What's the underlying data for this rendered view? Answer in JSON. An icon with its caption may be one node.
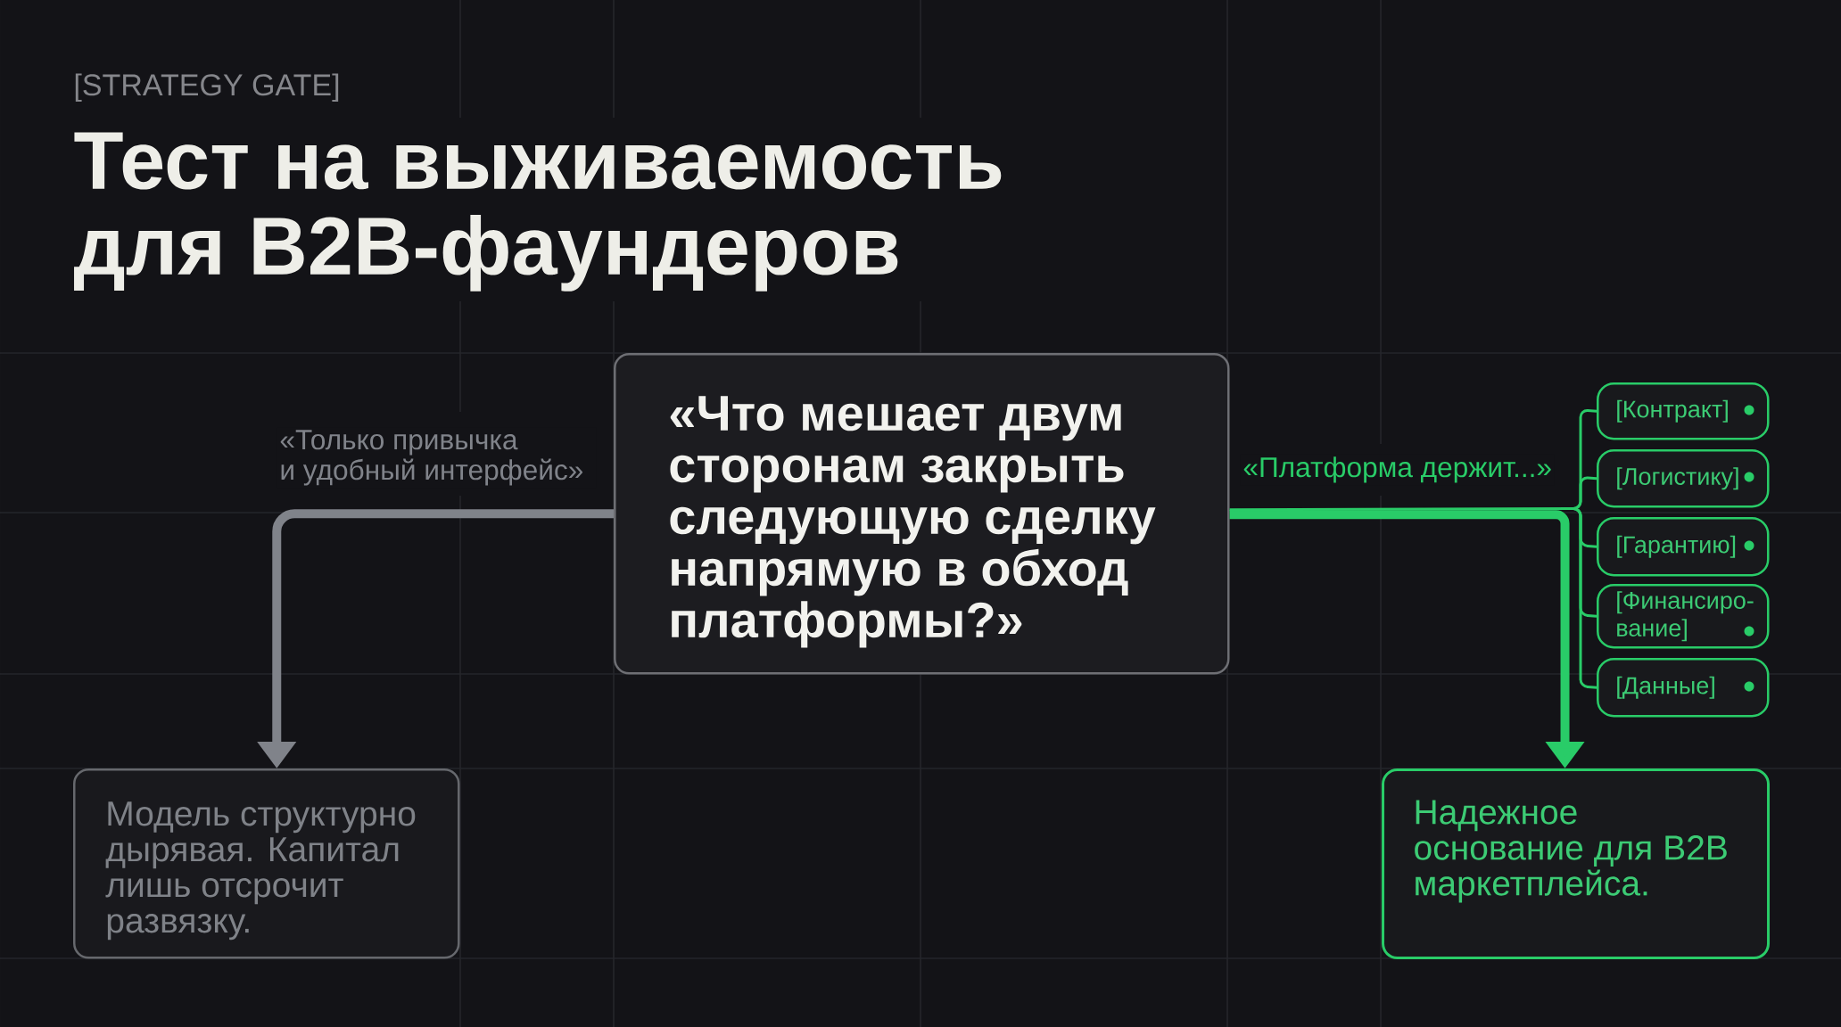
{
  "diagram": {
    "title": "Тест на выживаемость для B2B-фаундеров",
    "nodes": [
      {
        "text": [
          "«Что мешает двум сторонам закрыть следующую сделку напрямую в обход платформы?»"
        ]
      },
      {
        "text": [
          "Модель структурно дырявая. Капитал лишь отсрочит развязку."
        ]
      },
      {
        "text": [
          "[Контракт]"
        ]
      },
      {
        "text": [
          "[Логистику]"
        ]
      },
      {
        "text": [
          "[Гарантию]"
        ]
      },
      {
        "text": [
          "[Финансиро- вание]"
        ]
      },
      {
        "text": [
          "[Данные]"
        ]
      },
      {
        "text": [
          "Надежное основание для B2B маркетплейса."
        ]
      }
    ],
    "edges": [
      {
        "from": 0,
        "to": 1,
        "arrow": "to",
        "label": "«Только привычка и удобный интерфейс»",
        "style": "thick",
        "color": "#80838a"
      },
      {
        "from": 0,
        "to": 7,
        "arrow": "to",
        "label": "«Платформа держит...»",
        "style": "thick"
      },
      {
        "from": 0,
        "to": 2,
        "arrow": "none"
      },
      {
        "from": 0,
        "to": 3,
        "arrow": "none"
      },
      {
        "from": 0,
        "to": 4,
        "arrow": "none"
      },
      {
        "from": 0,
        "to": 5,
        "arrow": "none"
      },
      {
        "from": 0,
        "to": 6,
        "arrow": "none"
      }
    ],
    "labels": [
      "[STRATEGY GATE]"
    ]
  }
}
